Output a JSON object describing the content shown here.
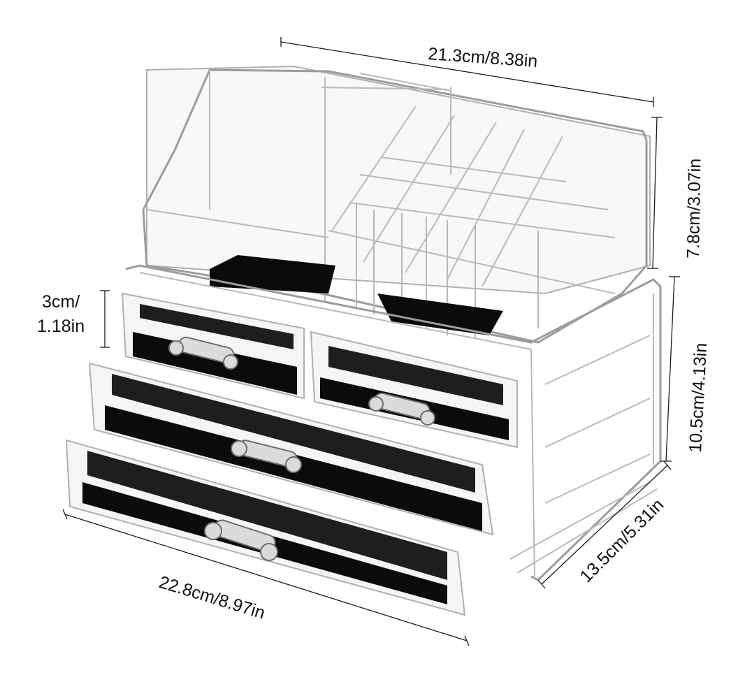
{
  "image": {
    "subject": "Acrylic makeup organizer with top compartment tray and four drawers",
    "colors": {
      "background": "#ffffff",
      "acrylic": "#b9b9b9",
      "drawer_lining": "#0b0b0b",
      "dimension_text": "#111111"
    }
  },
  "dimensions": {
    "top_width": "21.3cm/8.38in",
    "top_height": "7.8cm/3.07in",
    "drawer_height_line1": "3cm/",
    "drawer_height_line2": "1.18in",
    "base_height": "10.5cm/4.13in",
    "base_width": "22.8cm/8.97in",
    "base_depth": "13.5cm/5.31in"
  },
  "drawers": [
    {
      "name": "top-left-small-drawer"
    },
    {
      "name": "top-right-small-drawer"
    },
    {
      "name": "middle-wide-drawer"
    },
    {
      "name": "bottom-wide-drawer"
    }
  ]
}
